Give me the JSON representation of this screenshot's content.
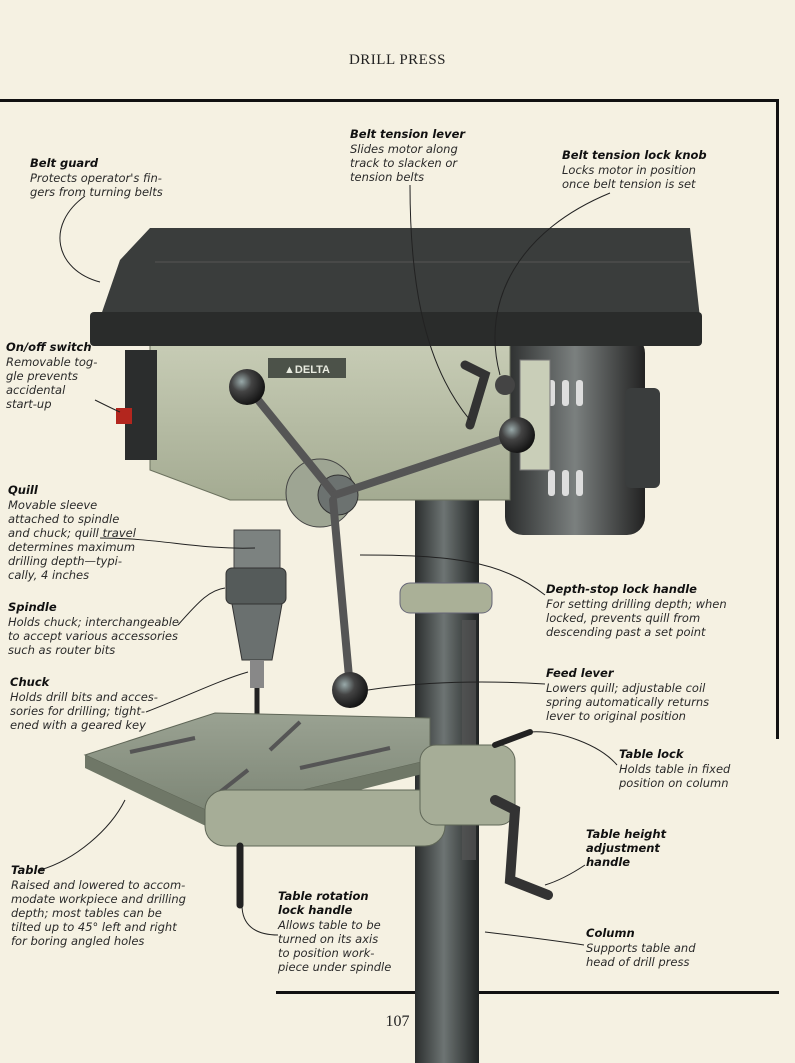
{
  "header": "DRILL PRESS",
  "page_number": "107",
  "brand": "▲DELTA",
  "labels": {
    "belt_guard": {
      "title": "Belt guard",
      "desc": "Protects operator's fin-\ngers from turning belts"
    },
    "belt_tension_lever": {
      "title": "Belt tension lever",
      "desc": "Slides motor along\ntrack to slacken or\ntension belts"
    },
    "belt_tension_lock_knob": {
      "title": "Belt tension lock knob",
      "desc": "Locks motor in position\nonce belt tension is set"
    },
    "on_off_switch": {
      "title": "On/off switch",
      "desc": "Removable tog-\ngle prevents\naccidental\nstart-up"
    },
    "quill": {
      "title": "Quill",
      "desc": "Movable sleeve\nattached to spindle\nand chuck; quill travel\ndetermines maximum\ndrilling depth—typi-\ncally, 4 inches"
    },
    "spindle": {
      "title": "Spindle",
      "desc": "Holds chuck; interchangeable\nto accept various accessories\nsuch as router bits"
    },
    "chuck": {
      "title": "Chuck",
      "desc": "Holds drill bits and acces-\nsories for drilling; tight-\nened with a geared key"
    },
    "depth_stop_lock_handle": {
      "title": "Depth-stop lock handle",
      "desc": "For setting drilling depth; when\nlocked, prevents quill from\ndescending past a set point"
    },
    "feed_lever": {
      "title": "Feed lever",
      "desc": "Lowers quill; adjustable coil\nspring automatically returns\nlever to original position"
    },
    "table_lock": {
      "title": "Table lock",
      "desc": "Holds table in fixed\nposition on column"
    },
    "table_height_adjustment_handle": {
      "title": "Table height\nadjustment\nhandle",
      "desc": ""
    },
    "table": {
      "title": "Table",
      "desc": "Raised and lowered to accom-\nmodate workpiece and drilling\ndepth; most tables can be\ntilted up to 45° left and right\nfor boring angled holes"
    },
    "table_rotation_lock_handle": {
      "title": "Table rotation\nlock handle",
      "desc": "Allows table to be\nturned on its axis\nto position work-\npiece under spindle"
    },
    "column": {
      "title": "Column",
      "desc": "Supports table and\nhead of drill press"
    }
  },
  "colors": {
    "paper": "#f5f1e2",
    "head_green": "#b8bfa6",
    "dark_guard": "#3a3d3c",
    "metal": "#8a9088"
  }
}
